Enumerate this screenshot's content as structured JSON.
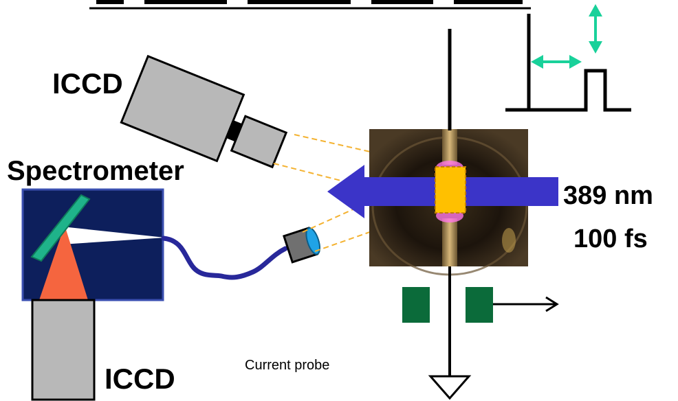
{
  "header": {
    "title_partial": "Xy...tollegy...ment...b"
  },
  "labels": {
    "iccd_top": "ICCD",
    "spectrometer": "Spectrometer",
    "iccd_bottom": "ICCD",
    "wavelength": "389 nm",
    "pulse_duration": "100 fs",
    "current_probe": "Current probe"
  },
  "colors": {
    "camera_gray": "#b8b8b8",
    "spectrometer_bg": "#0d1f5c",
    "grating_green": "#1fb38a",
    "prism_orange": "#f5653f",
    "fiber_blue": "#28289a",
    "laser_blue": "#3b34c8",
    "plasma_gold": "#ffc000",
    "probe_green": "#0b6b3a",
    "arrow_teal": "#19d19a",
    "dash_orange": "#f4b230"
  },
  "icons": {
    "laser_arrow": "left-arrow-icon",
    "timing_arrows": "double-arrow-icon",
    "ground": "ground-triangle-icon",
    "signal_out": "right-arrow-icon"
  }
}
